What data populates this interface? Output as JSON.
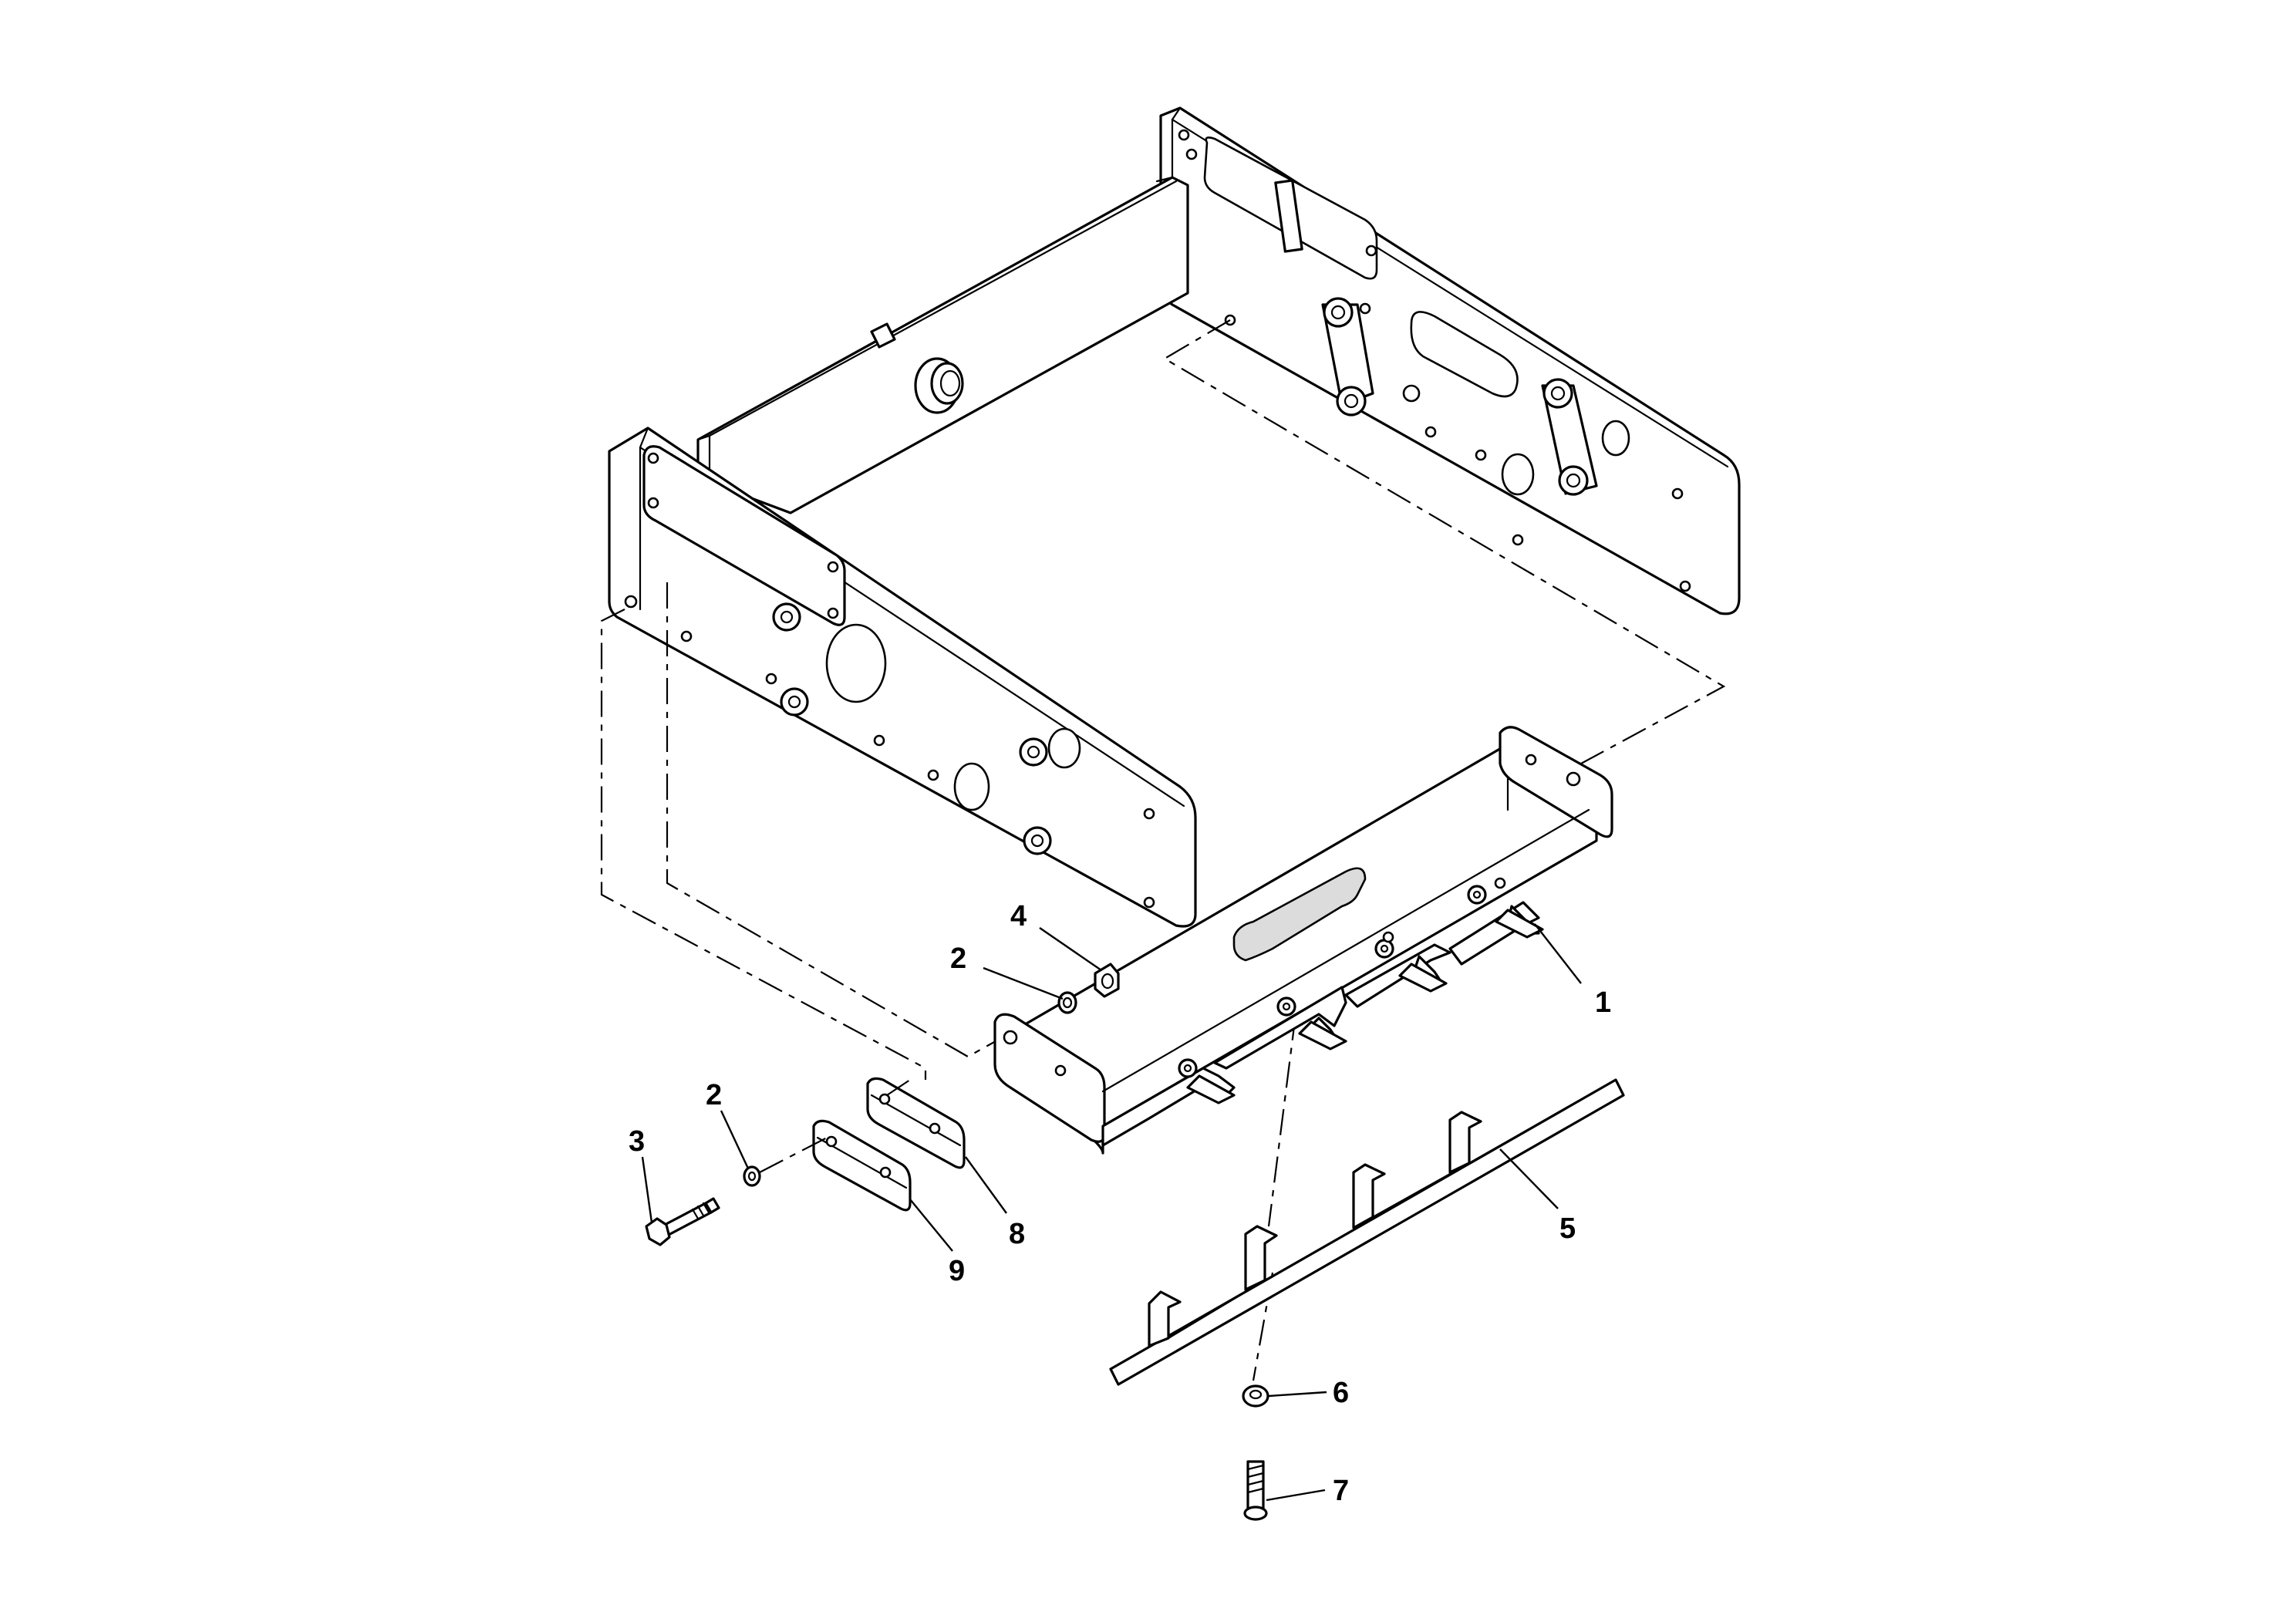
{
  "diagram": {
    "callouts": [
      {
        "id": "c1",
        "label": "1"
      },
      {
        "id": "c2a",
        "label": "2"
      },
      {
        "id": "c2b",
        "label": "2"
      },
      {
        "id": "c3",
        "label": "3"
      },
      {
        "id": "c4",
        "label": "4"
      },
      {
        "id": "c5",
        "label": "5"
      },
      {
        "id": "c6",
        "label": "6"
      },
      {
        "id": "c7",
        "label": "7"
      },
      {
        "id": "c8",
        "label": "8"
      },
      {
        "id": "c9",
        "label": "9"
      }
    ]
  }
}
